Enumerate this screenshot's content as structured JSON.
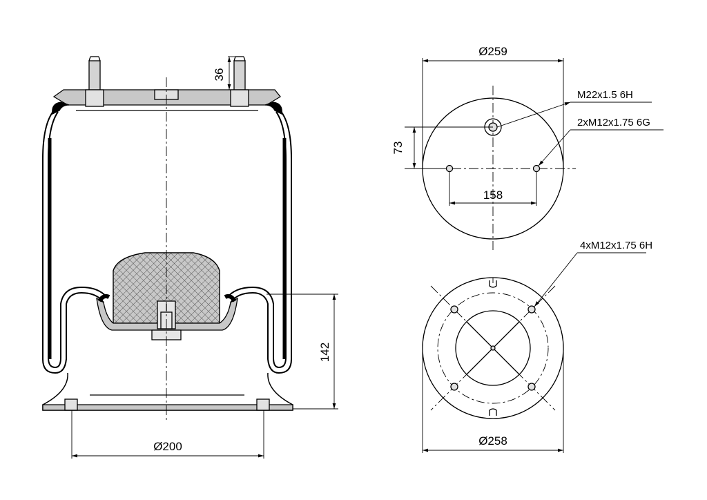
{
  "dimensions": {
    "stud_height": "36",
    "top_plate_diameter": "Ø259",
    "base_diameter": "Ø200",
    "height_to_piston": "142",
    "center_offset": "73",
    "stud_spacing": "158",
    "bottom_plate_diameter": "Ø258"
  },
  "callouts": {
    "center_thread": "M22x1.5 6H",
    "top_studs": "2xM12x1.75 6G",
    "bottom_holes": "4xM12x1.75 6H"
  },
  "colors": {
    "line": "#000000",
    "fill": "#c8c8c8",
    "hatch": "#666666"
  }
}
